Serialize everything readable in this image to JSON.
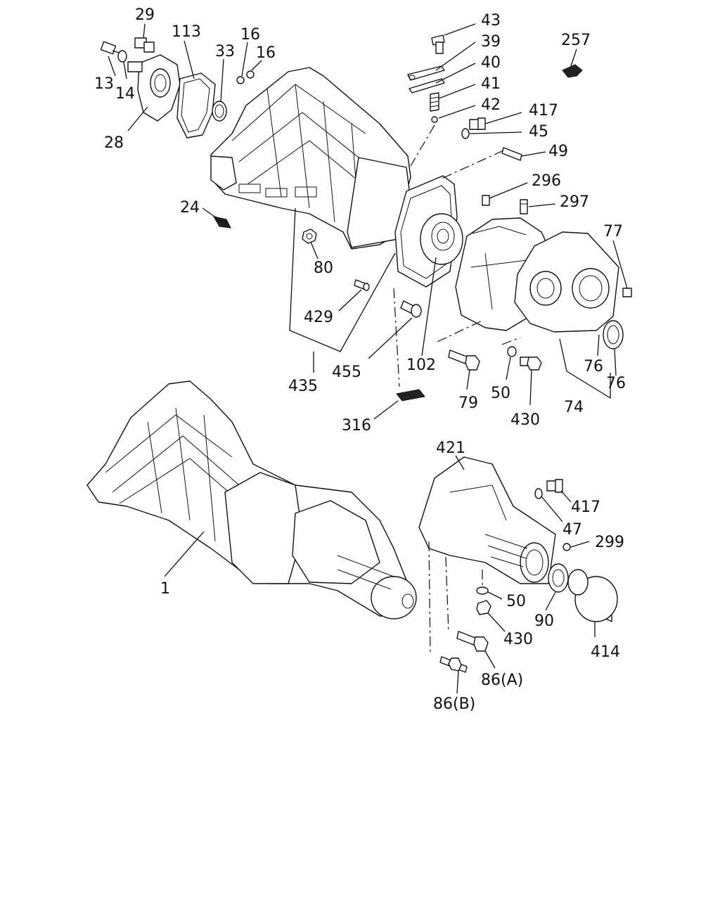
{
  "labels": {
    "l29": "29",
    "l113": "113",
    "l16a": "16",
    "l16b": "16",
    "l33": "33",
    "l13": "13",
    "l14": "14",
    "l28": "28",
    "l24": "24",
    "l43": "43",
    "l39": "39",
    "l40": "40",
    "l41": "41",
    "l42": "42",
    "l417a": "417",
    "l45": "45",
    "l49": "49",
    "l257": "257",
    "l296": "296",
    "l297": "297",
    "l77": "77",
    "l80": "80",
    "l429": "429",
    "l435": "435",
    "l455": "455",
    "l102": "102",
    "l79": "79",
    "l50a": "50",
    "l430a": "430",
    "l76a": "76",
    "l76b": "76",
    "l74": "74",
    "l316": "316",
    "l1": "1",
    "l421": "421",
    "l417b": "417",
    "l47": "47",
    "l299": "299",
    "l50b": "50",
    "l90": "90",
    "l430b": "430",
    "l414": "414",
    "l86a": "86(A)",
    "l86b": "86(B)"
  }
}
